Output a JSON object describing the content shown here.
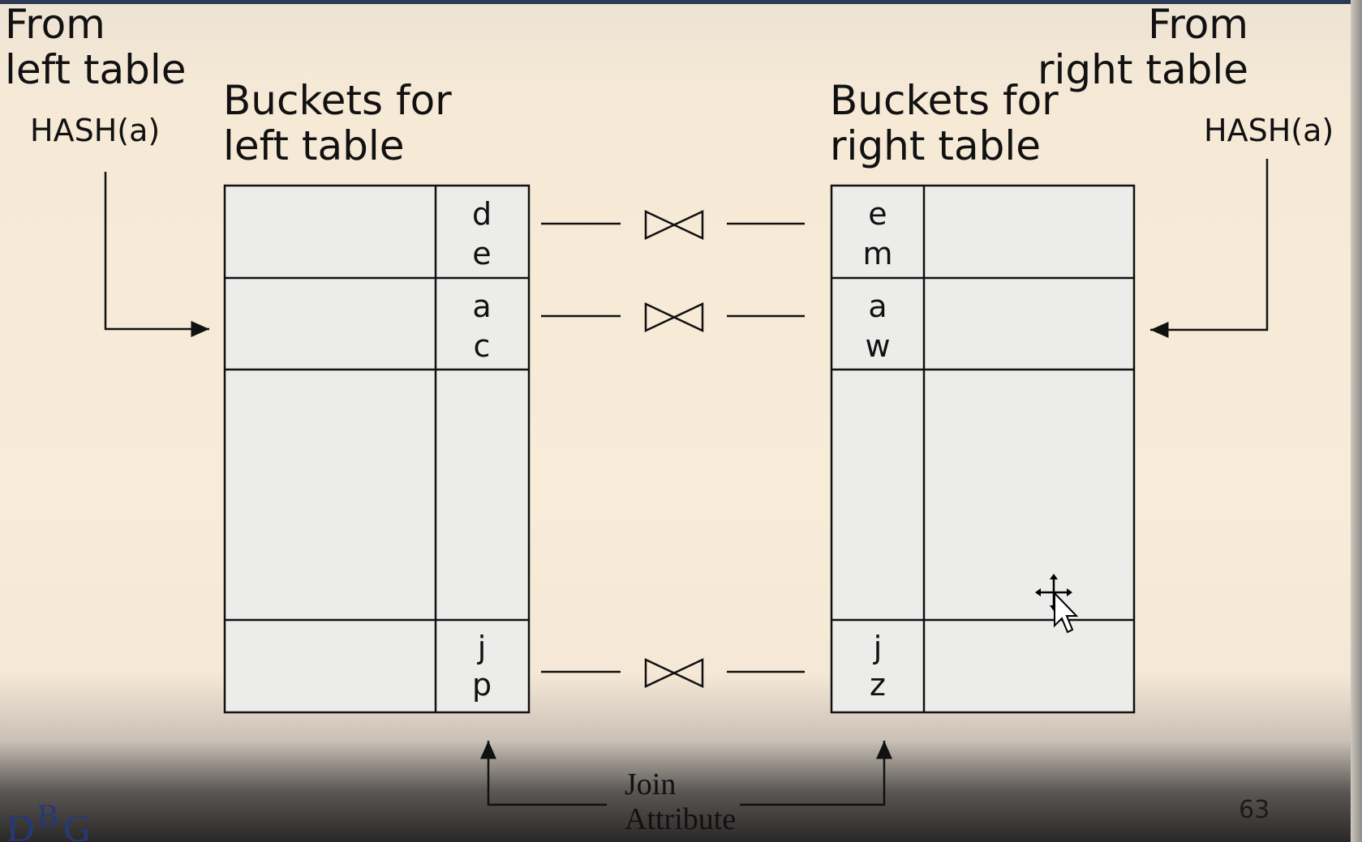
{
  "labels": {
    "from_left": "From\nleft table",
    "from_right": "From\nright table",
    "hash_left": "HASH(a)",
    "hash_right": "HASH(a)",
    "buckets_left": "Buckets for\nleft table",
    "buckets_right": "Buckets for\nright table",
    "join_attribute": "Join\nAttribute",
    "page_number": "63"
  },
  "logo": {
    "text": "DBG",
    "part1": "D",
    "part2": "B",
    "part3": "G"
  },
  "left_buckets": [
    {
      "keys": [
        "d",
        "e"
      ]
    },
    {
      "keys": [
        "a",
        "c"
      ]
    },
    {
      "keys": []
    },
    {
      "keys": [
        "j",
        "p"
      ]
    }
  ],
  "right_buckets": [
    {
      "keys": [
        "e",
        "m"
      ]
    },
    {
      "keys": [
        "a",
        "w"
      ]
    },
    {
      "keys": []
    },
    {
      "keys": [
        "j",
        "z"
      ]
    }
  ],
  "joined_rows": [
    0,
    1,
    3
  ],
  "colors": {
    "cell_fill": "#ececea",
    "stroke": "#111111",
    "logo": "#26387a"
  },
  "icons": [
    "join-bowtie-icon",
    "move-cursor-icon",
    "arrow-cursor-icon"
  ]
}
